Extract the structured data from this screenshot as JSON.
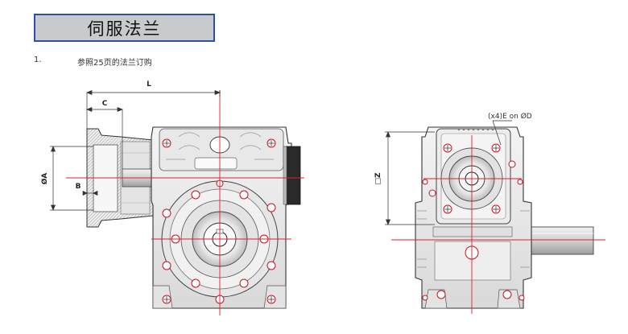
{
  "header": {
    "title": "伺服法兰"
  },
  "instruction": {
    "number": "1.",
    "text": "参照25页的法兰订购"
  },
  "drawing_left": {
    "labels": {
      "L": "L",
      "C": "C",
      "A": "ØA",
      "B": "B"
    }
  },
  "drawing_right": {
    "labels": {
      "Z": "□Z",
      "holes": "(x4)E on ØD"
    }
  },
  "colors": {
    "title_border": "#2d4fa3",
    "title_fill": "#c8cace",
    "centerline": "#e0202a",
    "hole": "#cc1020"
  }
}
